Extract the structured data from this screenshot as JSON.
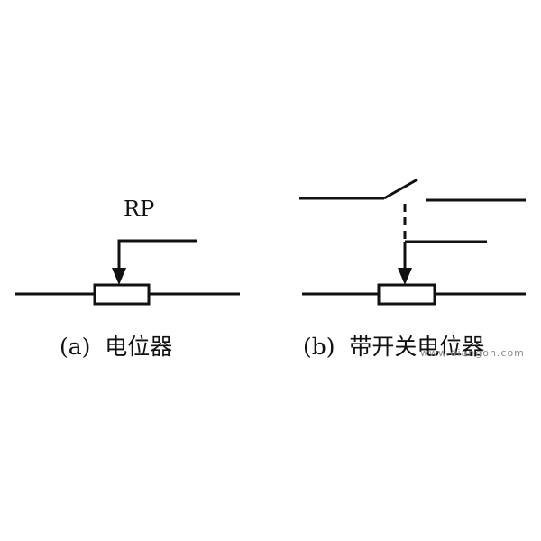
{
  "diagram_a": {
    "designator": "RP",
    "caption": "(a)  电位器"
  },
  "diagram_b": {
    "caption": "(b)  带开关电位器"
  },
  "watermark": "www.diangon.com",
  "colors": {
    "line": "#111111",
    "background": "#ffffff"
  }
}
